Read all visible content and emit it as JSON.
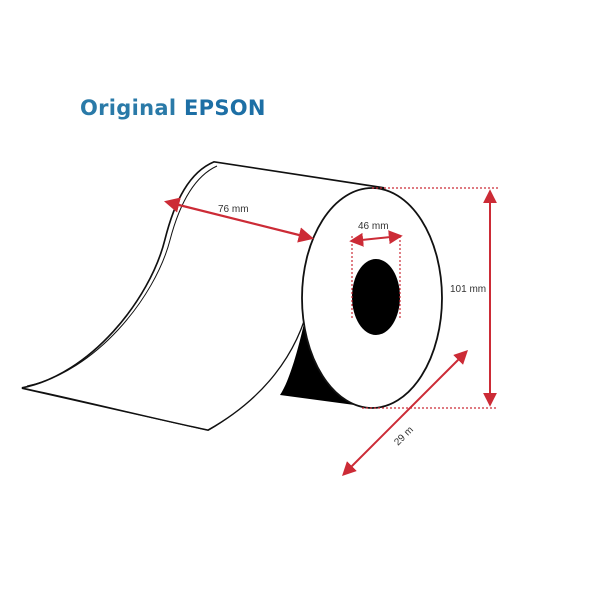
{
  "brand": {
    "prefix": "Original",
    "name": "EPSON"
  },
  "dimensions": {
    "width_label": "76 mm",
    "core_label": "46 mm",
    "diameter_label": "101 mm",
    "length_label": "29 m"
  },
  "colors": {
    "brand_blue": "#1d6fa5",
    "dimension_red": "#cc2b36",
    "outline": "#111111"
  }
}
